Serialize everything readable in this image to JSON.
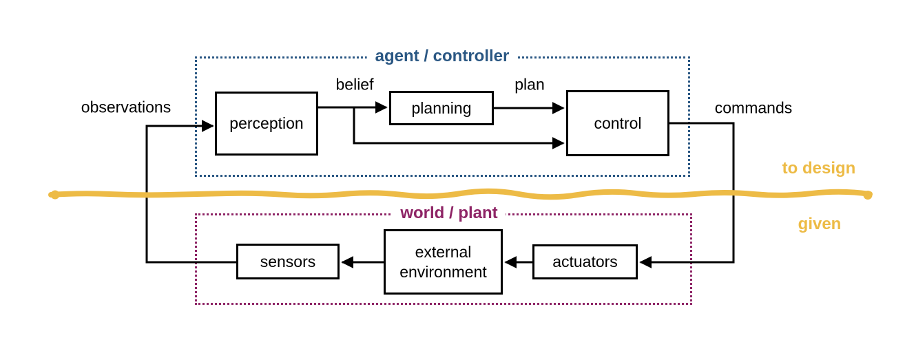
{
  "colors": {
    "agent_group": "#2A5783",
    "world_group": "#8E2566",
    "divider": "#EDBB46",
    "connector": "#000000"
  },
  "groups": {
    "agent": {
      "label": "agent / controller"
    },
    "world": {
      "label": "world / plant"
    }
  },
  "nodes": {
    "perception": {
      "label": "perception"
    },
    "planning": {
      "label": "planning"
    },
    "control": {
      "label": "control"
    },
    "sensors": {
      "label": "sensors"
    },
    "external_environment": {
      "label": "external environment"
    },
    "actuators": {
      "label": "actuators"
    }
  },
  "edge_labels": {
    "observations": "observations",
    "belief": "belief",
    "plan": "plan",
    "commands": "commands"
  },
  "annotations": {
    "to_design": "to design",
    "given": "given"
  },
  "edges": [
    {
      "from": "sensors",
      "to": "perception",
      "label": "observations"
    },
    {
      "from": "perception",
      "to": "planning",
      "label": "belief"
    },
    {
      "from": "perception",
      "to": "control",
      "label": "belief"
    },
    {
      "from": "planning",
      "to": "control",
      "label": "plan"
    },
    {
      "from": "control",
      "to": "actuators",
      "label": "commands"
    },
    {
      "from": "actuators",
      "to": "external_environment",
      "label": ""
    },
    {
      "from": "external_environment",
      "to": "sensors",
      "label": ""
    }
  ]
}
